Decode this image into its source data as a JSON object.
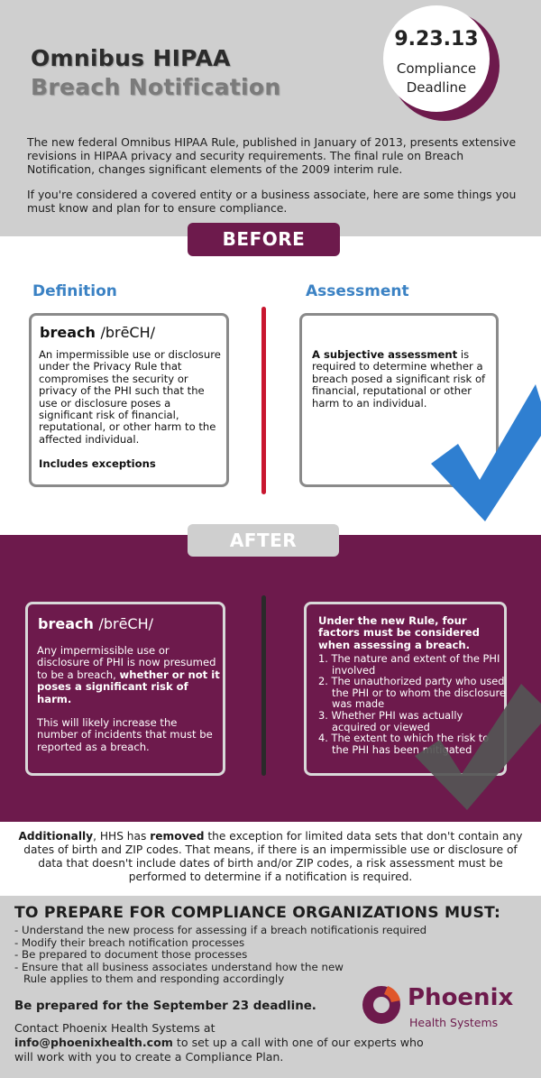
{
  "header": {
    "title_line1": "Omnibus HIPAA",
    "title_line2": "Breach Notification",
    "badge_date": "9.23.13",
    "badge_line2": "Compliance",
    "badge_line3": "Deadline",
    "intro_p1": "The new federal Omnibus HIPAA Rule, published in January of 2013, presents extensive revisions in HIPAA privacy and security requirements. The final rule on Breach Notification, changes significant elements of the 2009 interim rule.",
    "intro_p2": "If you're considered a covered entity or a business associate, here are some things you must know and plan for to ensure compliance."
  },
  "before": {
    "label": "BEFORE",
    "definition_heading": "Definition",
    "assessment_heading": "Assessment",
    "breach_word": "breach",
    "breach_pron": "/brēCH/",
    "definition_text": "An impermissible use or disclosure under the Privacy Rule that compromises the security or privacy of the PHI such that the use or disclosure poses a significant risk of financial, reputational, or other harm to the affected individual.",
    "definition_note": "Includes exceptions",
    "assessment_bold": "A subjective assessment",
    "assessment_rest": " is required to determine whether a breach posed a significant risk of financial, reputational or other harm to an individual."
  },
  "after": {
    "label": "AFTER",
    "breach_word": "breach",
    "breach_pron": "/brēCH/",
    "def_text1": "Any impermissible use or disclosure of PHI is now presumed to be a breach, ",
    "def_bold": "whether or not it poses a significant risk of harm.",
    "def_text2": "This will likely increase the number of incidents that must be reported as a breach.",
    "factors_heading": "Under the new Rule, four factors must be considered when assessing a breach.",
    "factors": [
      "1. The nature and extent of the PHI involved",
      "2. The unauthorized party who used the PHI or to whom the disclosure was made",
      "3. Whether PHI was actually acquired or viewed",
      "4. The extent to which the risk to the PHI has been mitigated"
    ]
  },
  "additionally": {
    "bold1": "Additionally",
    "text1": ", HHS has ",
    "bold2": "removed",
    "text2": " the exception for limited data sets that don't contain any dates of birth and ZIP codes. That means, if there is an impermissible use or disclosure of data that doesn't include dates of birth and/or ZIP codes, a risk assessment must be performed to determine if a notification is required."
  },
  "prepare": {
    "heading": "TO PREPARE FOR COMPLIANCE ORGANIZATIONS MUST:",
    "items": [
      "- Understand the new process for assessing if a breach notificationis required",
      "- Modify their breach notification processes",
      "- Be prepared to document those processes",
      "- Ensure that all business associates understand how the new Rule applies to them and responding accordingly"
    ],
    "deadline": "Be prepared for the September 23 deadline.",
    "contact_1": "Contact Phoenix Health Systems at",
    "contact_email": "info@phoenixhealth.com",
    "contact_2": " to set up a call with one of our experts who will work with you to create a Compliance Plan."
  },
  "logo": {
    "name": "Phoenix",
    "sub": "Health Systems"
  },
  "colors": {
    "brand_purple": "#6d1a4c",
    "accent_blue": "#3b82c4",
    "check_blue": "#2f7fd1",
    "red_line": "#c8162f",
    "gray_bg": "#cfcfcf"
  }
}
